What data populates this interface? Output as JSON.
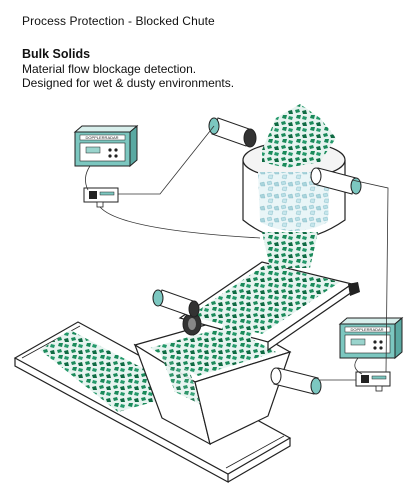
{
  "page_title": "Process Protection - Blocked Chute",
  "heading": "Bulk Solids",
  "description_line_1": "Material flow blockage detection.",
  "description_line_2": "Designed for wet & dusty environments.",
  "controller_label": "DOPPLERRADAR",
  "colors": {
    "material": "#1a8a5a",
    "material_dark": "#0f6b43",
    "material_light": "#b9dfe6",
    "device_teal": "#7cc7c0",
    "outline": "#222222"
  },
  "icons": [
    "controller-unit-icon",
    "relay-module-icon",
    "sensor-head-icon",
    "conveyor-icon",
    "hopper-icon",
    "chute-icon"
  ]
}
